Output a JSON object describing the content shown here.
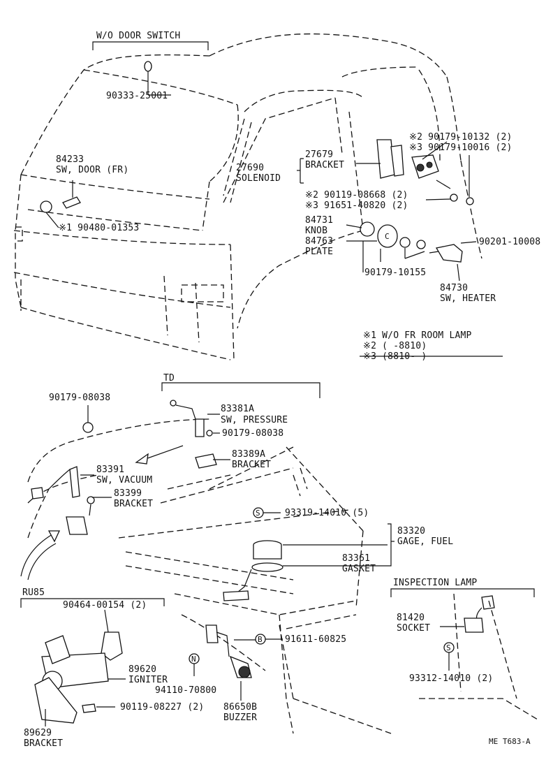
{
  "labels": {
    "wo_door_switch": "W/O DOOR SWITCH",
    "p90333": "90333-25001",
    "p84233": "84233",
    "sw_door_fr": "SW, DOOR (FR)",
    "p90480": "※1  90480-01353",
    "p27679": "27679",
    "bracket1": "BRACKET",
    "p27690": "27690",
    "solenoid": "SOLENOID",
    "p90179_10132": "※2  90179-10132 (2)",
    "p90179_10016": "※3  90179-10016 (2)",
    "p90119_08668": "※2  90119-08668 (2)",
    "p91651_40820": "※3  91651-40820 (2)",
    "p84731": "84731",
    "knob": "KNOB",
    "p84763": "84763",
    "plate": "PLATE",
    "p90201": "90201-10008",
    "p90179_10155": "90179-10155",
    "p84730": "84730",
    "sw_heater": "SW, HEATER",
    "note1": "※1  W/O  FR  ROOM  LAMP",
    "note2": "※2  (        -8810)",
    "note3": "※3  (8810-        )",
    "td": "TD",
    "p90179_08038a": "90179-08038",
    "p83381a": "83381A",
    "sw_pressure": "SW, PRESSURE",
    "p90179_08038b": "90179-08038",
    "p83389a": "83389A",
    "bracket2": "BRACKET",
    "p83391": "83391",
    "sw_vacuum": "SW, VACUUM",
    "p83399": "83399",
    "bracket3": "BRACKET",
    "p93319": "93319-14010 (5)",
    "p83320": "83320",
    "gage_fuel": "GAGE, FUEL",
    "p83361": "83361",
    "gasket": "GASKET",
    "ru85": "RU85",
    "p90464": "90464-00154 (2)",
    "p89620": "89620",
    "igniter": "IGNITER",
    "p94110": "94110-70800",
    "p90119_08227": "90119-08227 (2)",
    "p89629": "89629",
    "bracket4": "BRACKET",
    "p91611": "91611-60825",
    "p86650b": "86650B",
    "buzzer": "BUZZER",
    "inspection_lamp": "INSPECTION LAMP",
    "p81420": "81420",
    "socket": "SOCKET",
    "p93312": "93312-14010 (2)",
    "code": "ME T683-A",
    "mark_s1": "S",
    "mark_s2": "S",
    "mark_b": "B",
    "mark_n": "N",
    "mark_c": "C"
  }
}
